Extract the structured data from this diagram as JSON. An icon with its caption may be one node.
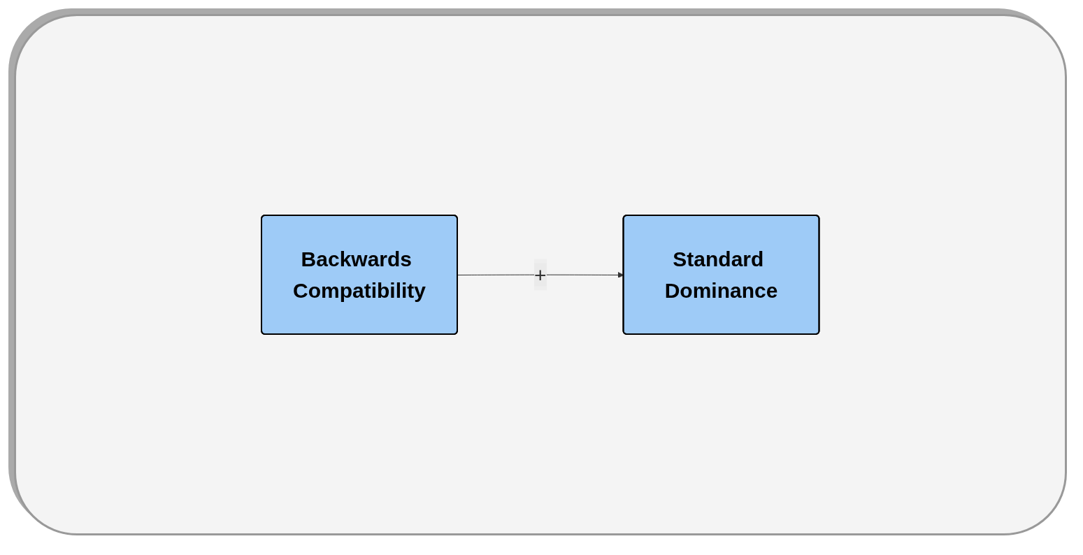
{
  "diagram": {
    "nodes": [
      {
        "text": [
          "Backwards Compatibility"
        ]
      },
      {
        "text": [
          "Standard Dominance"
        ]
      }
    ],
    "edges": [
      {
        "from": 0,
        "to": 1,
        "arrow": "to",
        "label": "+"
      }
    ]
  }
}
